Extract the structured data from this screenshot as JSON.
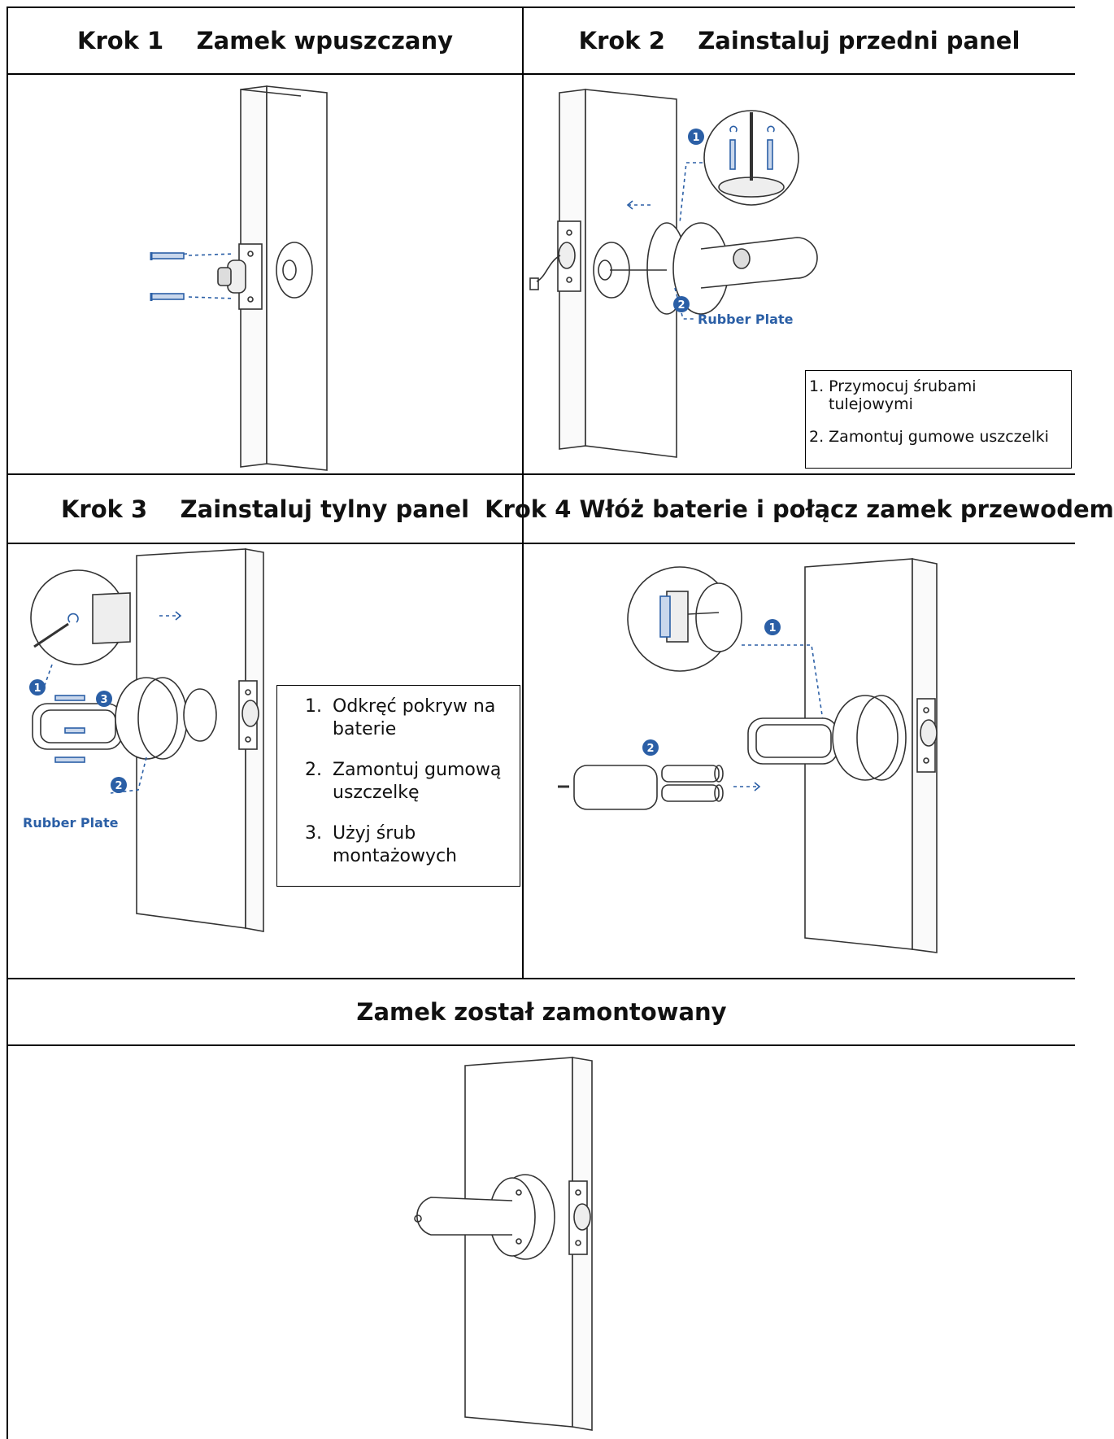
{
  "steps": {
    "step1": {
      "title": "Krok 1    Zamek wpuszczany"
    },
    "step2": {
      "title": "Krok 2    Zainstaluj przedni panel",
      "callout_1": "1",
      "callout_2": "2",
      "rubber_label": "Rubber Plate",
      "notes": [
        "1. Przymocuj śrubami",
        "tulejowymi",
        "2. Zamontuj gumowe uszczelki"
      ]
    },
    "step3": {
      "title": "Krok 3    Zainstaluj tylny panel",
      "callout_1": "1",
      "callout_2": "2",
      "callout_3": "3",
      "rubber_label": "Rubber Plate",
      "notes": [
        {
          "num": "1.",
          "text": "Odkręć pokryw na baterie"
        },
        {
          "num": "2.",
          "text": "Zamontuj gumową uszczelkę"
        },
        {
          "num": "3.",
          "text": "Użyj śrub montażowych"
        }
      ]
    },
    "step4": {
      "title": "Krok 4 Włóż baterie i połącz zamek przewodem",
      "callout_1": "1",
      "callout_2": "2"
    },
    "final": {
      "title": "Zamek został zamontowany"
    }
  },
  "colors": {
    "accent": "#2b5fa6",
    "line": "#000000"
  }
}
